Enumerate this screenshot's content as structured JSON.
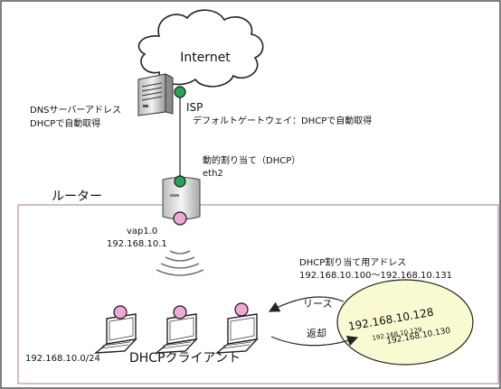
{
  "internet": {
    "label": "Internet"
  },
  "isp": {
    "label": "ISP"
  },
  "dns": {
    "line1": "DNSサーバーアドレス",
    "line2": "DHCPで自動取得"
  },
  "gateway": {
    "label": "デフォルトゲートウェイ：DHCPで自動取得"
  },
  "wan": {
    "assign": "動的割り当て（DHCP）",
    "iface": "eth2"
  },
  "router": {
    "label": "ルーター",
    "vap": "vap1.0",
    "ip": "192.168.10.1"
  },
  "pool": {
    "title": "DHCP割り当て用アドレス",
    "range": "192.168.10.100〜192.168.10.131",
    "addr_main": "192.168.10.128",
    "addr_2": "192.168.10.129",
    "addr_3": "192.168.10.130"
  },
  "lease": {
    "label": "リース"
  },
  "return": {
    "label": "返却"
  },
  "clients": {
    "label": "DHCPクライアント"
  },
  "subnet": {
    "label": "192.168.10.0/24"
  },
  "colors": {
    "lan_border": "#c8a0c4",
    "pink_port": "#f0a8d4",
    "green_port": "#2aa35a",
    "pool_fill": "#fafad2"
  }
}
